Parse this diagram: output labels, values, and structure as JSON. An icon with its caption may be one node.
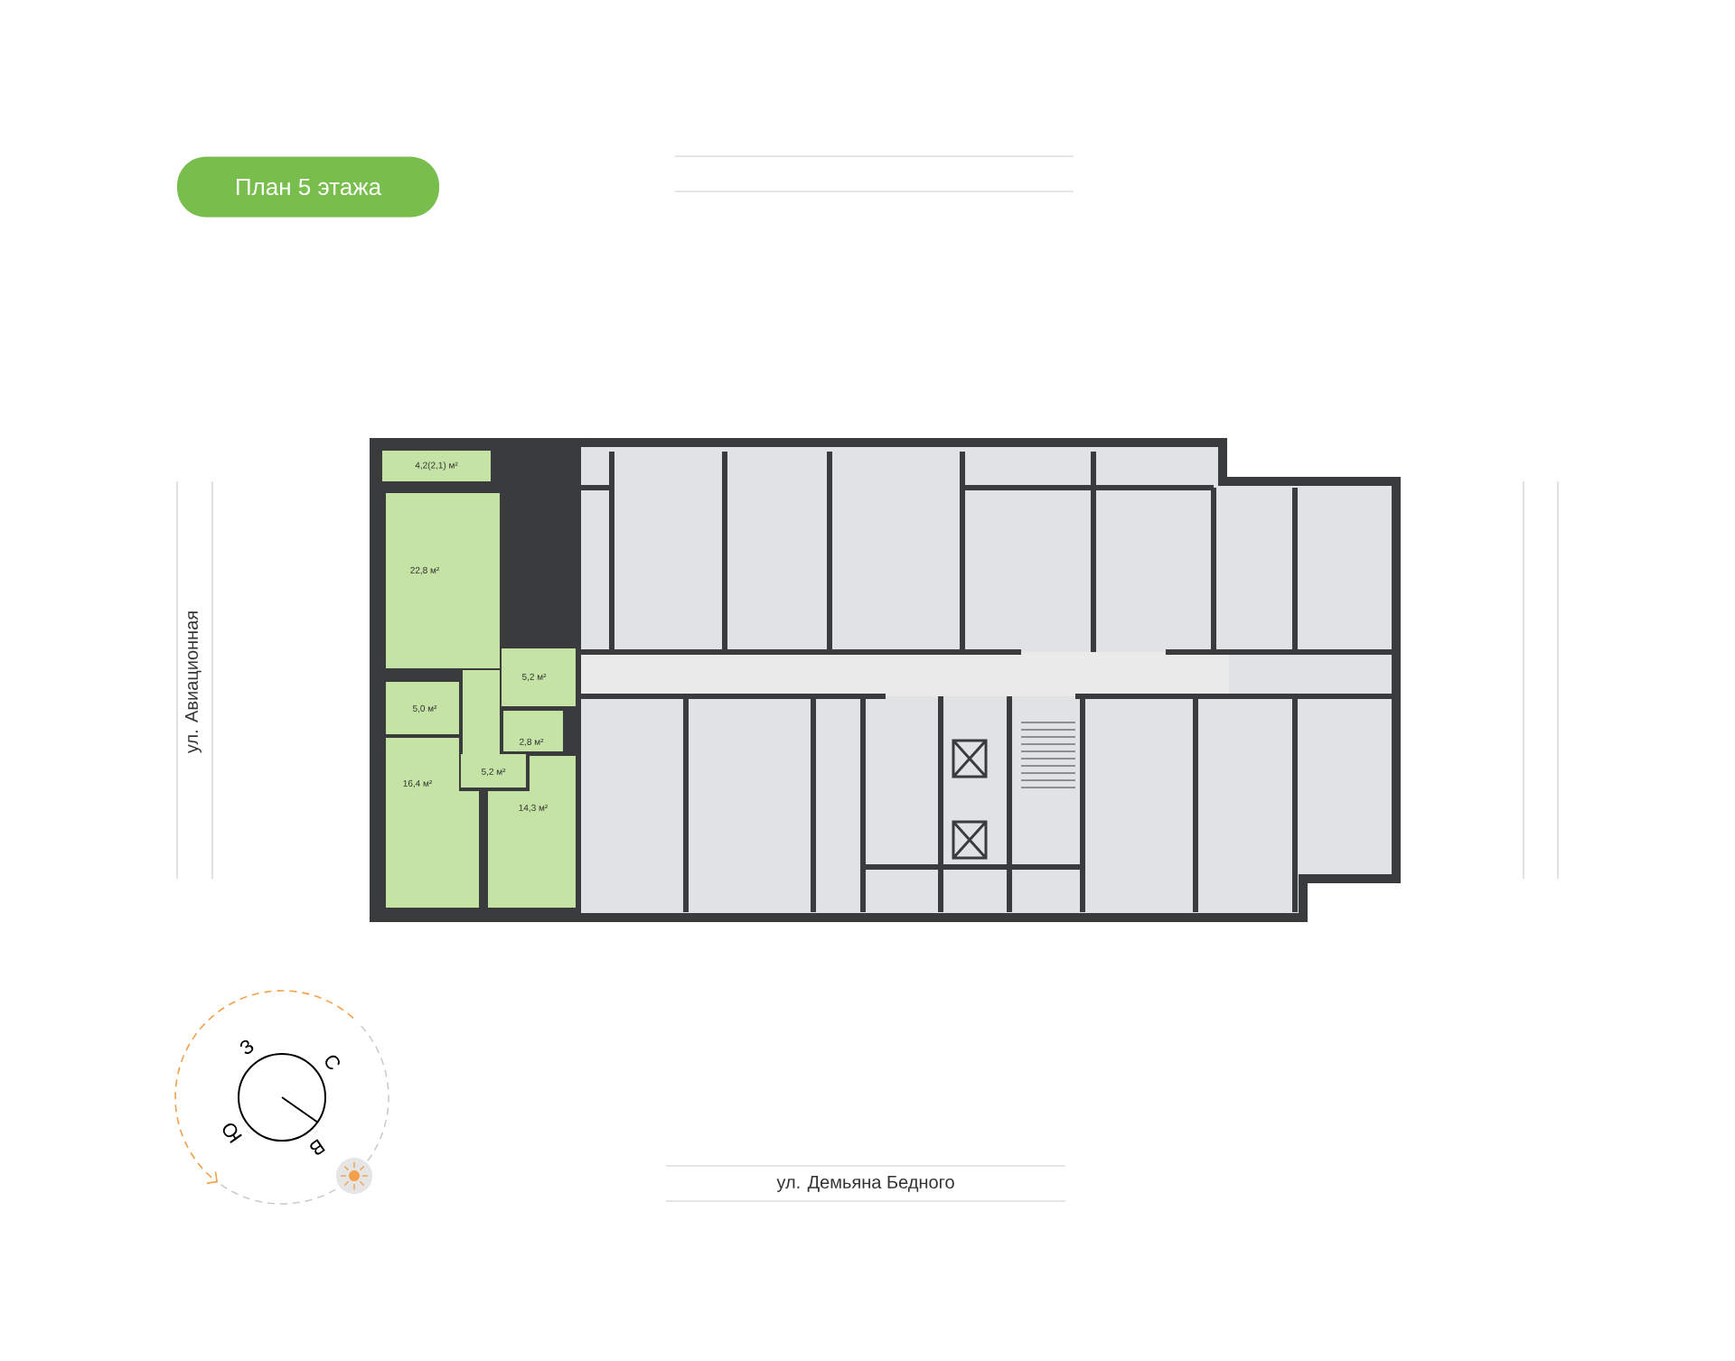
{
  "diagram": {
    "title": "План 5 этажа",
    "nodes": [
      {
        "text": [
          "4,2(2,1) м²"
        ]
      },
      {
        "text": [
          "22,8 м²"
        ]
      },
      {
        "text": [
          "5,2 м²"
        ]
      },
      {
        "text": [
          "5,0 м²"
        ]
      },
      {
        "text": [
          "2,8 м²"
        ]
      },
      {
        "text": [
          "5,2 м²"
        ]
      },
      {
        "text": [
          "16,4 м²"
        ]
      },
      {
        "text": [
          "14,3 м²"
        ]
      }
    ],
    "labels": [
      "ул. Авиационная",
      "З",
      "С",
      "Ю",
      "В",
      "ул. Демьяна Бедного"
    ]
  }
}
